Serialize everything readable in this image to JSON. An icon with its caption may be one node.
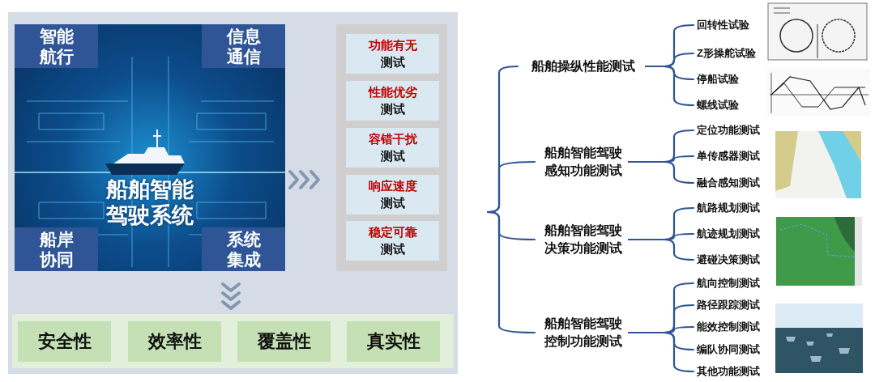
{
  "diagram": {
    "nodes": [
      {
        "text": [
          "船舶智能驾驶系统"
        ]
      },
      {
        "text": [
          "智能航行"
        ],
        "in": 0
      },
      {
        "text": [
          "信息通信"
        ],
        "in": 0
      },
      {
        "text": [
          "船岸协同"
        ],
        "in": 0
      },
      {
        "text": [
          "系统集成"
        ],
        "in": 0
      },
      {
        "text": [],
        "shape": "box"
      },
      {
        "text": [
          "功能有无",
          "测试"
        ],
        "in": 5
      },
      {
        "text": [
          "性能优劣",
          "测试"
        ],
        "in": 5
      },
      {
        "text": [
          "容错干扰",
          "测试"
        ],
        "in": 5
      },
      {
        "text": [
          "响应速度",
          "测试"
        ],
        "in": 5
      },
      {
        "text": [
          "稳定可靠",
          "测试"
        ],
        "in": 5
      },
      {
        "text": [],
        "shape": "box"
      },
      {
        "text": [
          "安全性"
        ],
        "in": 11
      },
      {
        "text": [
          "效率性"
        ],
        "in": 11
      },
      {
        "text": [
          "覆盖性"
        ],
        "in": 11
      },
      {
        "text": [
          "真实性"
        ],
        "in": 11
      },
      {
        "text": [
          "船舶操纵性能测试"
        ]
      },
      {
        "text": [
          "船舶智能驾驶感知功能测试"
        ]
      },
      {
        "text": [
          "船舶智能驾驶决策功能测试"
        ]
      },
      {
        "text": [
          "船舶智能驾驶控制功能测试"
        ]
      },
      {
        "text": [
          "回转性试验"
        ]
      },
      {
        "text": [
          "Z形操舵试验"
        ]
      },
      {
        "text": [
          "停船试验"
        ]
      },
      {
        "text": [
          "螺线试验"
        ]
      },
      {
        "text": [
          "定位功能测试"
        ]
      },
      {
        "text": [
          "单传感器测试"
        ]
      },
      {
        "text": [
          "融合感知测试"
        ]
      },
      {
        "text": [
          "航路规划测试"
        ]
      },
      {
        "text": [
          "航迹规划测试"
        ]
      },
      {
        "text": [
          "避碰决策测试"
        ]
      },
      {
        "text": [
          "航向控制测试"
        ]
      },
      {
        "text": [
          "路径跟踪测试"
        ]
      },
      {
        "text": [
          "能效控制测试"
        ]
      },
      {
        "text": [
          "编队协同测试"
        ]
      },
      {
        "text": [
          "其他功能测试"
        ]
      }
    ],
    "edges": [
      {
        "from": 0,
        "to": 5,
        "arrow": "to",
        "style": "thick"
      },
      {
        "from": 0,
        "to": 11,
        "arrow": "to",
        "style": "thick"
      },
      {
        "from": null,
        "to": 16,
        "arrow": "none"
      },
      {
        "from": null,
        "to": 17,
        "arrow": "none"
      },
      {
        "from": null,
        "to": 18,
        "arrow": "none"
      },
      {
        "from": null,
        "to": 19,
        "arrow": "none"
      },
      {
        "from": 16,
        "to": 20,
        "arrow": "none"
      },
      {
        "from": 16,
        "to": 21,
        "arrow": "none"
      },
      {
        "from": 16,
        "to": 22,
        "arrow": "none"
      },
      {
        "from": 16,
        "to": 23,
        "arrow": "none"
      },
      {
        "from": 17,
        "to": 24,
        "arrow": "none"
      },
      {
        "from": 17,
        "to": 25,
        "arrow": "none"
      },
      {
        "from": 17,
        "to": 26,
        "arrow": "none"
      },
      {
        "from": 18,
        "to": 27,
        "arrow": "none"
      },
      {
        "from": 18,
        "to": 28,
        "arrow": "none"
      },
      {
        "from": 18,
        "to": 29,
        "arrow": "none"
      },
      {
        "from": 19,
        "to": 30,
        "arrow": "none"
      },
      {
        "from": 19,
        "to": 31,
        "arrow": "none"
      },
      {
        "from": 19,
        "to": 32,
        "arrow": "none"
      },
      {
        "from": 19,
        "to": 33,
        "arrow": "none"
      },
      {
        "from": 19,
        "to": 34,
        "arrow": "none"
      }
    ]
  }
}
